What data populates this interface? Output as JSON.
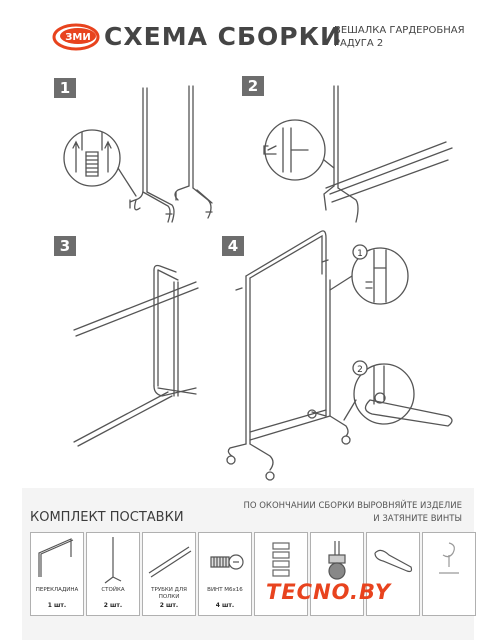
{
  "header": {
    "logo_text": "ЗМИ",
    "title": "СХЕМА СБОРКИ",
    "subtitle_line1": "ВЕШАЛКА ГАРДЕРОБНАЯ",
    "subtitle_line2": "РАДУГА 2"
  },
  "steps": [
    {
      "number": "1"
    },
    {
      "number": "2"
    },
    {
      "number": "3"
    },
    {
      "number": "4"
    }
  ],
  "detail_callouts": [
    "1",
    "2"
  ],
  "note": {
    "line1": "ПО ОКОНЧАНИИ СБОРКИ ВЫРОВНЯЙТЕ ИЗДЕЛИЕ",
    "line2": "И ЗАТЯНИТЕ ВИНТЫ"
  },
  "kit": {
    "title": "КОМПЛЕКТ ПОСТАВКИ",
    "parts": [
      {
        "name": "ПЕРЕКЛАДИНА",
        "qty": "1 шт."
      },
      {
        "name": "СТОЙКА",
        "qty": "2 шт."
      },
      {
        "name": "ТРУБКИ ДЛЯ ПОЛКИ",
        "qty": "2 шт."
      },
      {
        "name": "ВИНТ М6х16",
        "qty": "4 шт."
      }
    ]
  },
  "watermark": "TECNO.BY",
  "colors": {
    "line": "#555555",
    "step_badge": "#6d6d6d",
    "logo_orange": "#e8431e",
    "watermark": "#e8431e"
  }
}
